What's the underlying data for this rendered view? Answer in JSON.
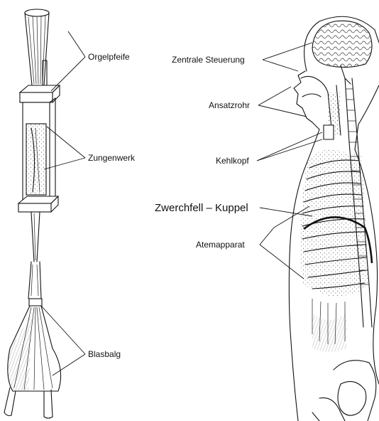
{
  "labels": {
    "orgelpfeife": "Orgelpfeife",
    "zungenwerk": "Zungenwerk",
    "blasbalg": "Blasbalg",
    "zentrale_steuerung": "Zentrale Steuerung",
    "ansatzrohr": "Ansatzrohr",
    "kehlkopf": "Kehlkopf",
    "zwerchfell_kuppel": "Zwerchfell – Kuppel",
    "atemapparat": "Atemapparat"
  }
}
